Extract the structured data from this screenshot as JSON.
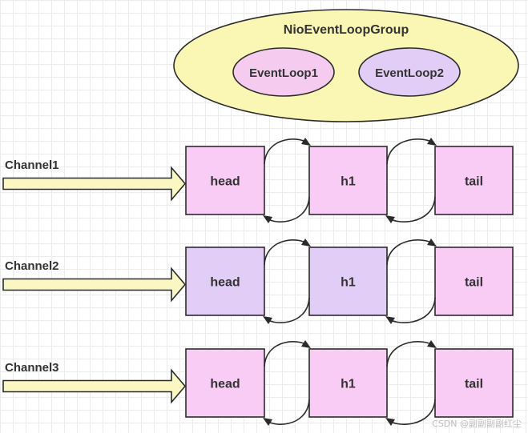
{
  "group": {
    "title": "NioEventLoopGroup",
    "loops": [
      {
        "label": "EventLoop1",
        "color": "#f5ccef"
      },
      {
        "label": "EventLoop2",
        "color": "#e2cdf6"
      }
    ],
    "color": "#faf6b3"
  },
  "channels": [
    {
      "label": "Channel1",
      "nodes": [
        "head",
        "h1",
        "tail"
      ],
      "colors": [
        "#f8ccf4",
        "#f8ccf4",
        "#f8ccf4"
      ]
    },
    {
      "label": "Channel2",
      "nodes": [
        "head",
        "h1",
        "tail"
      ],
      "colors": [
        "#e2cdf6",
        "#e2cdf6",
        "#f8ccf4"
      ]
    },
    {
      "label": "Channel3",
      "nodes": [
        "head",
        "h1",
        "tail"
      ],
      "colors": [
        "#f8ccf4",
        "#f8ccf4",
        "#f8ccf4"
      ]
    }
  ],
  "arrow_color": "#fbf7c3",
  "watermark": "CSDN @副副副副红尘"
}
